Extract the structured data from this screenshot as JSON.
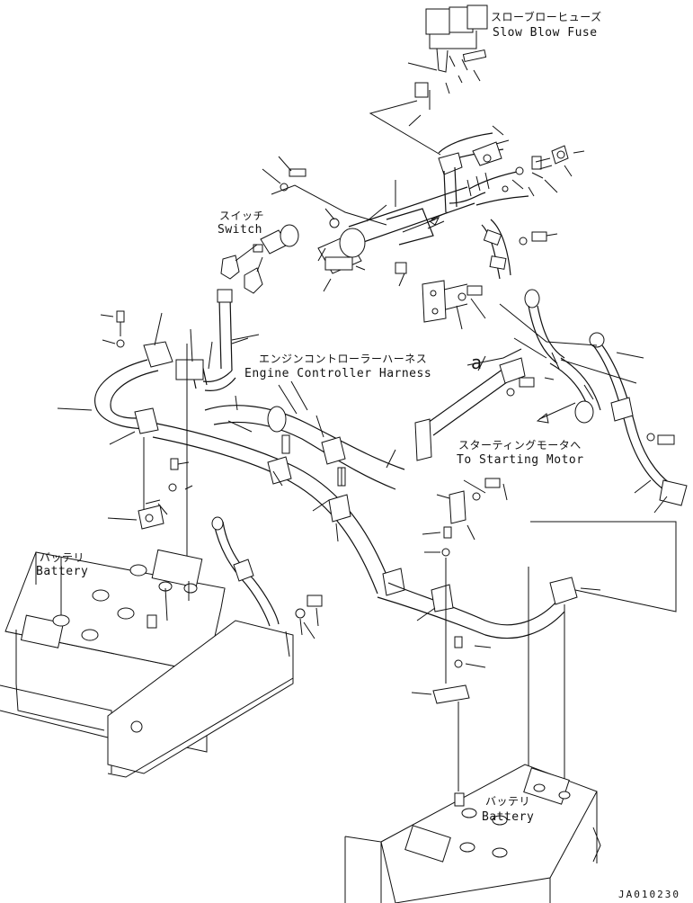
{
  "labels": {
    "fuse_jp": "スローブローヒューズ",
    "fuse_en": "Slow Blow Fuse",
    "switch_jp": "スイッチ",
    "switch_en": "Switch",
    "harness_jp": "エンジンコントローラーハーネス",
    "harness_en": "Engine Controller Harness",
    "starter_jp": "スターティングモータへ",
    "starter_en": "To Starting Motor",
    "battery_left_jp": "バッテリ",
    "battery_left_en": "Battery",
    "battery_right_jp": "バッテリ",
    "battery_right_en": "Battery",
    "view_mark": "a",
    "drawing_code": "JA010230"
  }
}
